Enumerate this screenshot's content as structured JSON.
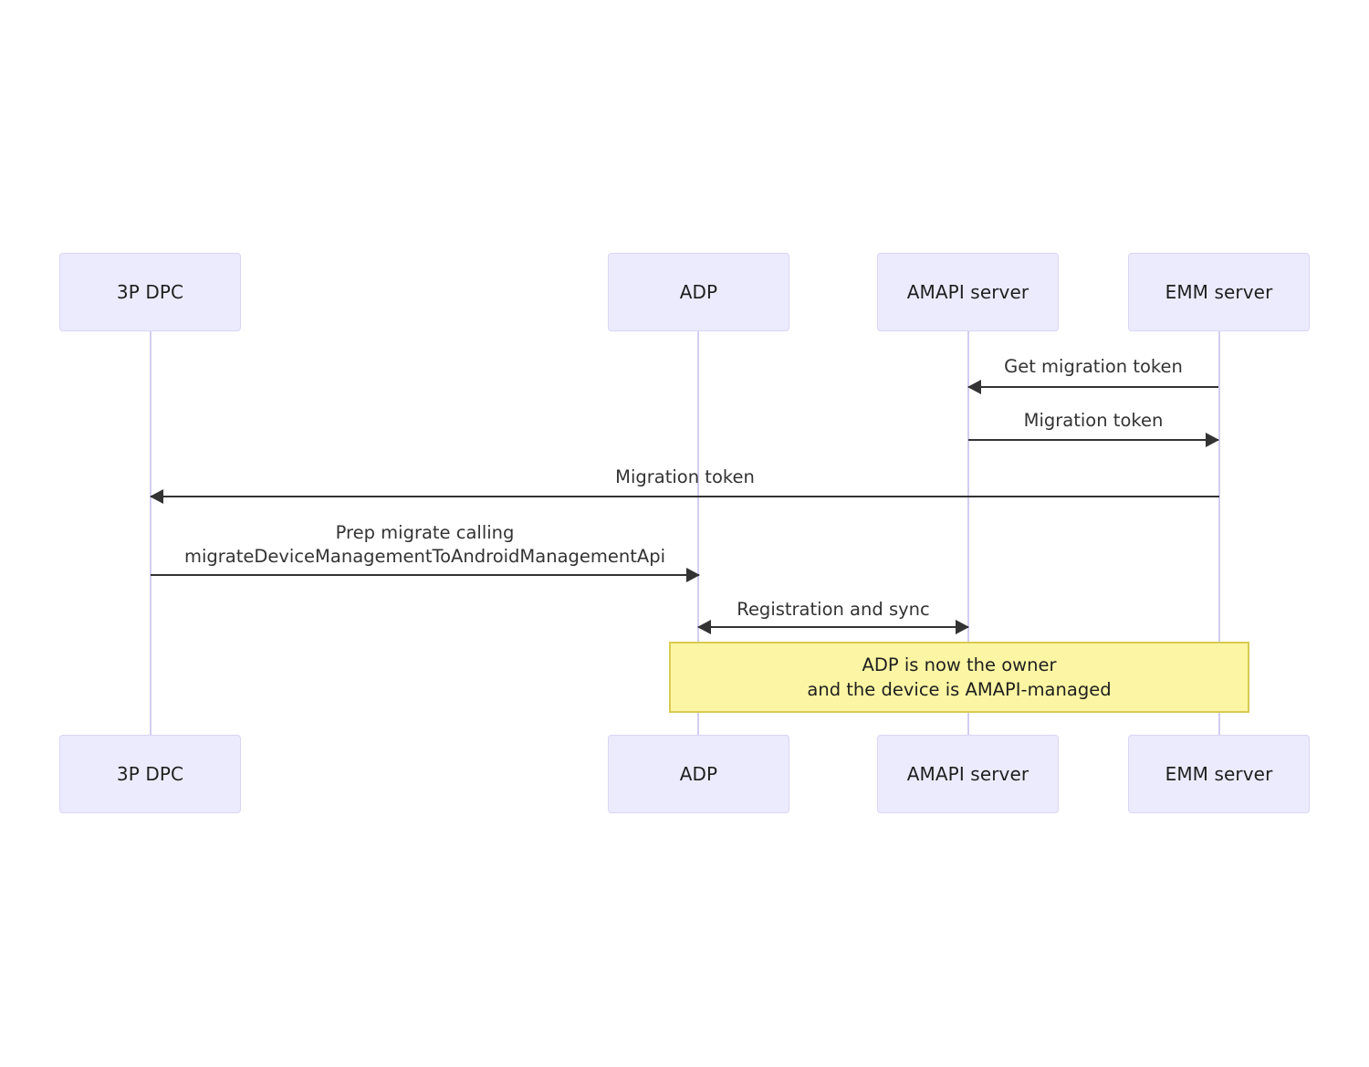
{
  "diagram": {
    "type": "sequence-diagram",
    "title": "",
    "background_color": "#ffffff",
    "participant_fill": "#ecebfd",
    "participant_border": "#d9d5f4",
    "lifeline_color": "#d3cdf2",
    "arrow_color": "#333333",
    "note_fill": "#fcf6a4",
    "note_border": "#d9cb52",
    "participants": [
      {
        "id": "dpc",
        "label": "3P DPC"
      },
      {
        "id": "adp",
        "label": "ADP"
      },
      {
        "id": "amapi",
        "label": "AMAPI server"
      },
      {
        "id": "emm",
        "label": "EMM server"
      }
    ],
    "messages": [
      {
        "id": "m1",
        "label": "Get migration token",
        "from": "emm",
        "to": "amapi",
        "direction": "left",
        "bidirectional": false
      },
      {
        "id": "m2",
        "label": "Migration token",
        "from": "amapi",
        "to": "emm",
        "direction": "right",
        "bidirectional": false
      },
      {
        "id": "m3",
        "label": "Migration token",
        "from": "emm",
        "to": "dpc",
        "direction": "left",
        "bidirectional": false
      },
      {
        "id": "m4",
        "label": "Prep migrate calling\nmigrateDeviceManagementToAndroidManagementApi",
        "from": "dpc",
        "to": "adp",
        "direction": "right",
        "bidirectional": false
      },
      {
        "id": "m5",
        "label": "Registration and sync",
        "from": "adp",
        "to": "amapi",
        "direction": "both",
        "bidirectional": true
      }
    ],
    "notes": [
      {
        "id": "n1",
        "text": "ADP is now the owner\nand the device is AMAPI-managed",
        "spans": [
          "adp",
          "emm"
        ]
      }
    ]
  }
}
